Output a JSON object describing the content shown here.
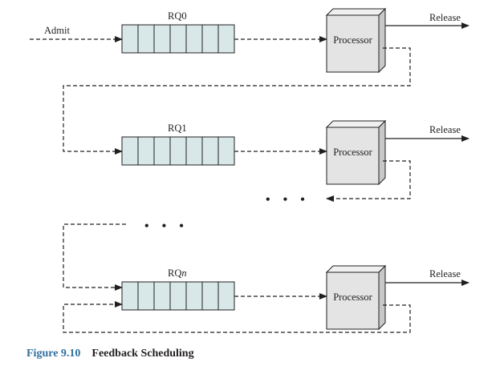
{
  "diagram": {
    "admit_label": "Admit",
    "release_label": "Release",
    "processor_label": "Processor",
    "ellipsis": "• • •",
    "queues": [
      {
        "prefix": "RQ",
        "suffix": "0"
      },
      {
        "prefix": "RQ",
        "suffix": "1"
      },
      {
        "prefix": "RQ",
        "suffix": "n"
      }
    ]
  },
  "caption": {
    "number": "Figure 9.10",
    "title": "Feedback Scheduling"
  },
  "colors": {
    "queue_fill": "#d8e7e7",
    "processor_fill": "#e4e4e4",
    "processor_side": "#c8c8c8",
    "line": "#231f20",
    "caption_number": "#2f6f9f"
  }
}
